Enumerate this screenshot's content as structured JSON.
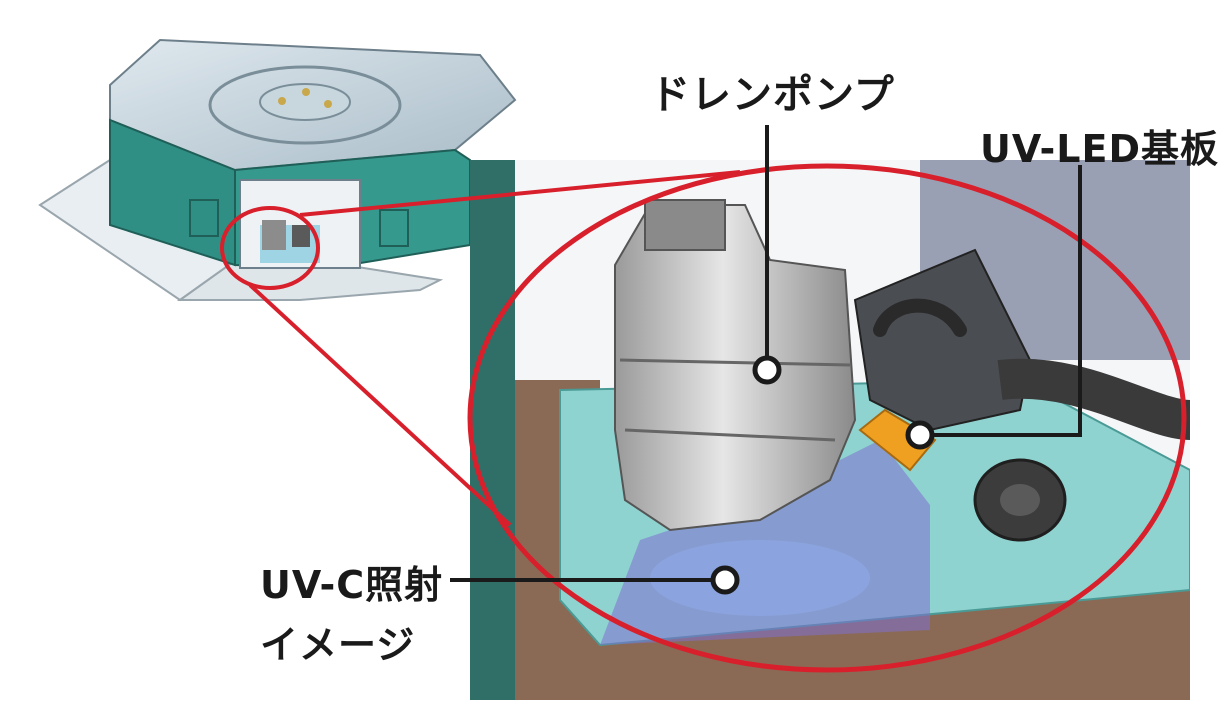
{
  "labels": {
    "drain_pump": "ドレンポンプ",
    "uv_led_board": "UV-LED基板",
    "uv_c_irradiation_line1": "UV-C照射",
    "uv_c_irradiation_line2": "イメージ"
  },
  "colors": {
    "highlight_red": "#d8202c",
    "leader_line": "#1a1a1a",
    "unit_teal": "#2f8f84",
    "water_cyan": "#8fd3d0",
    "uv_purple": "#7f6fd0",
    "led_orange": "#f0a020",
    "housing_brown": "#8a6a55"
  }
}
